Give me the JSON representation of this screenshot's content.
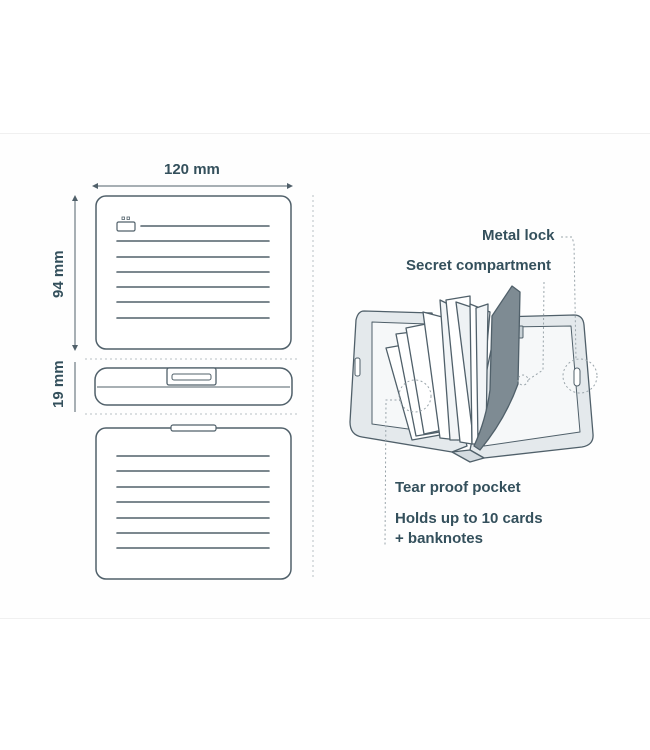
{
  "dimensions": {
    "width": "120 mm",
    "height": "94 mm",
    "depth": "19 mm"
  },
  "callouts": {
    "metal_lock": "Metal lock",
    "secret_compartment": "Secret compartment",
    "tear_proof_pocket": "Tear proof pocket",
    "capacity_line1": "Holds up to 10 cards",
    "capacity_line2": "+ banknotes"
  },
  "colors": {
    "ink": "#34505c",
    "outline": "#50606a",
    "wallet_fill": "#e4e9ec",
    "secret_panel": "#7e8b93",
    "guide": "#b0b8bd"
  }
}
